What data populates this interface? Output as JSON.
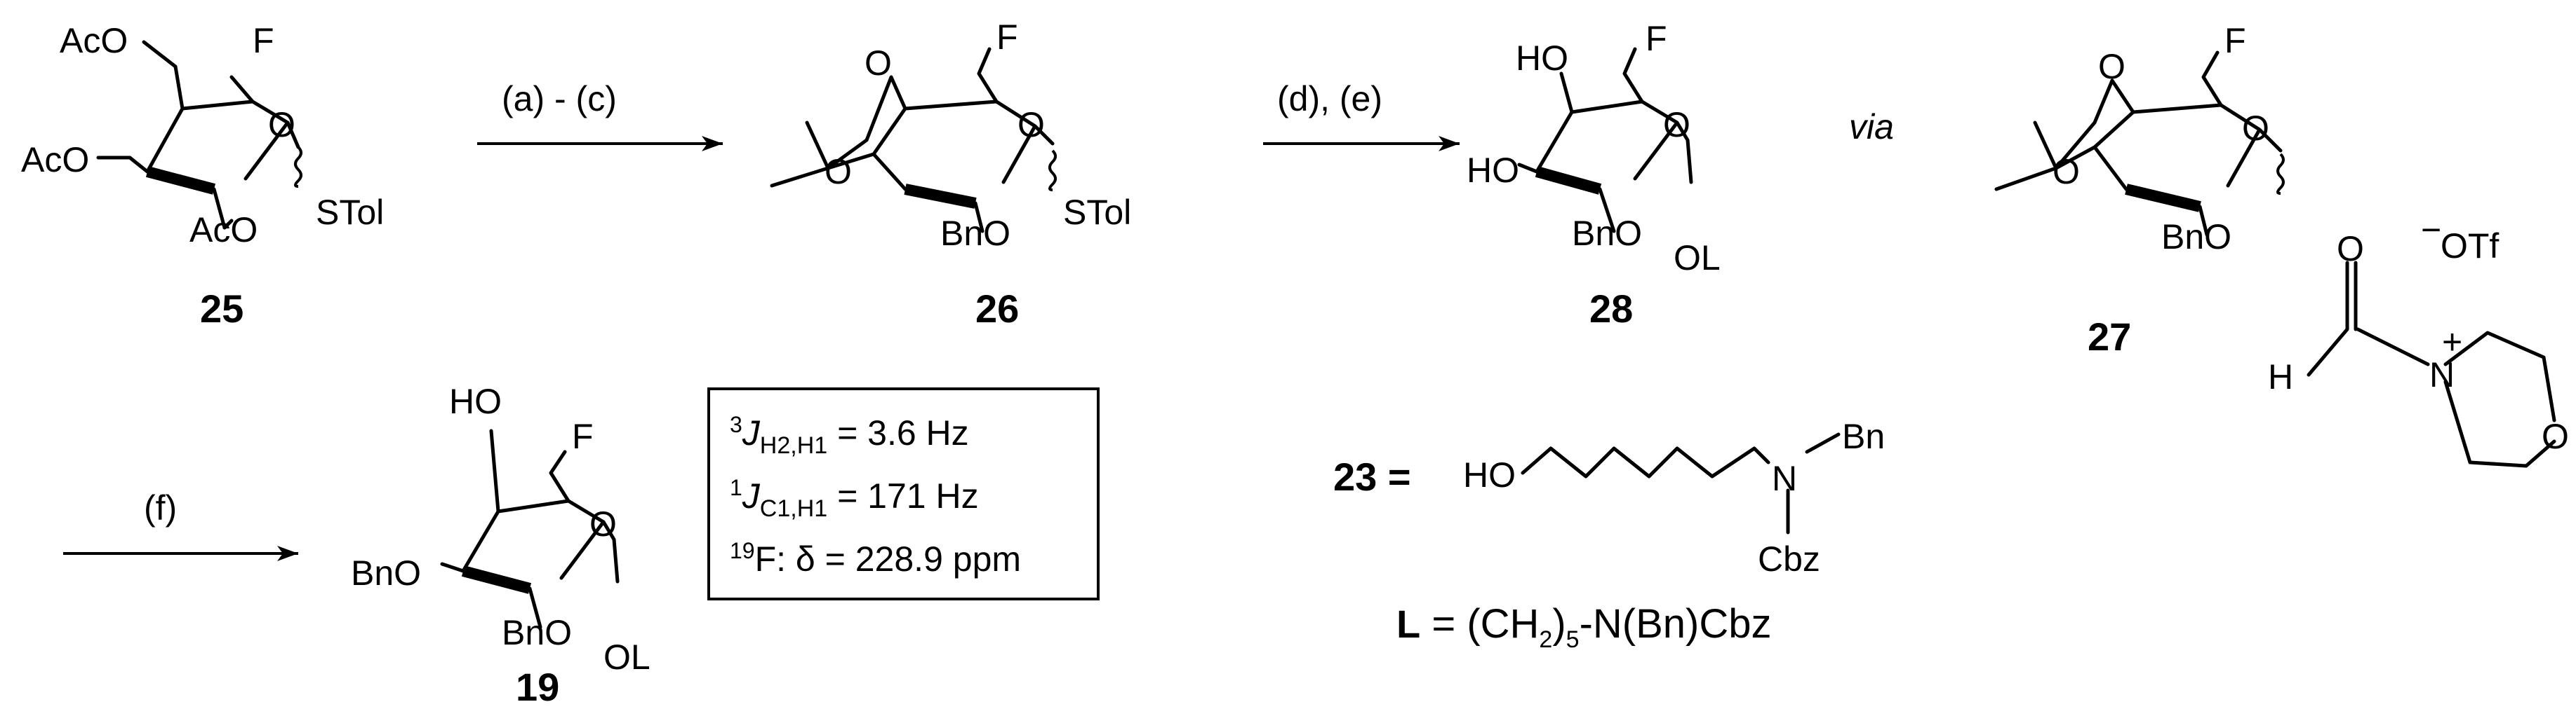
{
  "compounds": {
    "c25": {
      "number": "25",
      "ac4": "AcO",
      "ac3": "AcO",
      "ac2": "AcO",
      "f": "F",
      "ring_o": "O",
      "stol": "STol"
    },
    "c26": {
      "number": "26",
      "f": "F",
      "ring_o": "O",
      "acetal_o1": "O",
      "acetal_o2": "O",
      "bno": "BnO",
      "stol": "STol"
    },
    "c28": {
      "number": "28",
      "f": "F",
      "ring_o": "O",
      "ho4": "HO",
      "ho3": "HO",
      "bno": "BnO",
      "ol": "OL"
    },
    "c27": {
      "number": "27",
      "f": "F",
      "ring_o": "O",
      "acetal_o1": "O",
      "acetal_o2": "O",
      "bno": "BnO",
      "link_o": "O",
      "h": "H",
      "n": "N",
      "plus": "+",
      "morph_o": "O",
      "otf": "OTf",
      "minus": "−"
    },
    "c19": {
      "number": "19",
      "f": "F",
      "ring_o": "O",
      "ho": "HO",
      "bno3": "BnO",
      "bno2": "BnO",
      "ol": "OL"
    }
  },
  "arrows": {
    "a1": "(a) - (c)",
    "a2": "(d), (e)",
    "a3": "(f)"
  },
  "via": "via",
  "nmr": {
    "l1": {
      "sup": "3",
      "sym": "J",
      "sub": "H2,H1",
      "rest": " = 3.6 Hz"
    },
    "l2": {
      "sup": "1",
      "sym": "J",
      "sub": "C1,H1",
      "rest": " = 171 Hz"
    },
    "l3": {
      "sup": "19",
      "sym": "F: δ",
      "rest": " = 228.9 ppm"
    }
  },
  "c23": {
    "label": "23 =",
    "ho": "HO",
    "n": "N",
    "bn": "Bn",
    "cbz": "Cbz"
  },
  "l_def": {
    "l": "L",
    "eq": " = (CH",
    "sub2": "2",
    "close": ")",
    "sub5": "5",
    "rest": "-N(Bn)Cbz"
  }
}
